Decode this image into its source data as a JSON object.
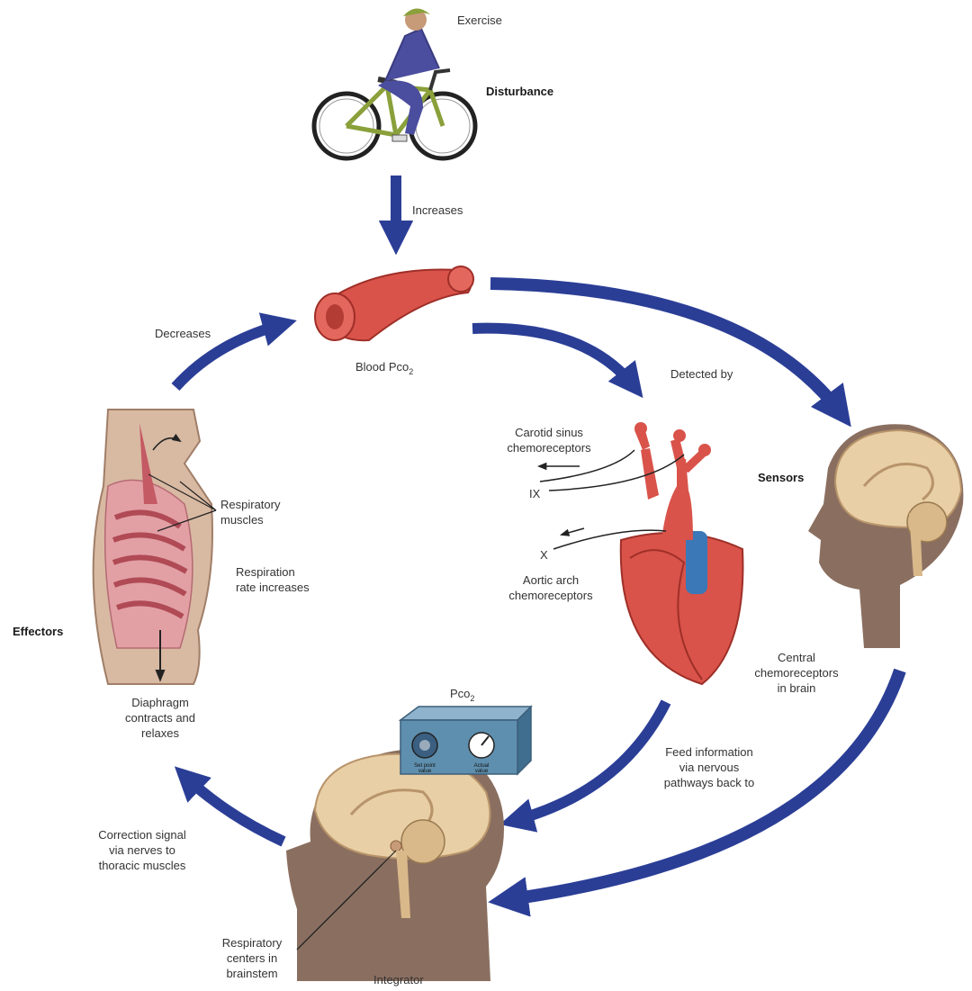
{
  "labels": {
    "exercise": "Exercise",
    "disturbance": "Disturbance",
    "increases": "Increases",
    "blood_pco2": "Blood Pco",
    "blood_pco2_sub": "2",
    "decreases": "Decreases",
    "detected_by": "Detected by",
    "carotid_1": "Carotid sinus",
    "carotid_2": "chemoreceptors",
    "nerve_ix": "IX",
    "sensors": "Sensors",
    "nerve_x": "X",
    "aortic_1": "Aortic arch",
    "aortic_2": "chemoreceptors",
    "central_1": "Central",
    "central_2": "chemoreceptors",
    "central_3": "in brain",
    "resp_muscles_1": "Respiratory",
    "resp_muscles_2": "muscles",
    "resp_rate_1": "Respiration",
    "resp_rate_2": "rate increases",
    "effectors": "Effectors",
    "diaphragm_1": "Diaphragm",
    "diaphragm_2": "contracts and",
    "diaphragm_3": "relaxes",
    "pco2_box": "Pco",
    "pco2_box_sub": "2",
    "set_point_1": "Set point",
    "set_point_2": "value",
    "actual_1": "Actual",
    "actual_2": "value",
    "feed_1": "Feed information",
    "feed_2": "via nervous",
    "feed_3": "pathways back to",
    "correction_1": "Correction signal",
    "correction_2": "via nerves to",
    "correction_3": "thoracic muscles",
    "resp_centers_1": "Respiratory",
    "resp_centers_2": "centers in",
    "resp_centers_3": "brainstem",
    "integrator": "Integrator"
  },
  "colors": {
    "arrow": "#2b3e96",
    "vessel": "#d9534a",
    "vein": "#3a78b8",
    "skin": "#c8a994",
    "brain": "#e8cfa6",
    "box": "#5f8fae"
  }
}
